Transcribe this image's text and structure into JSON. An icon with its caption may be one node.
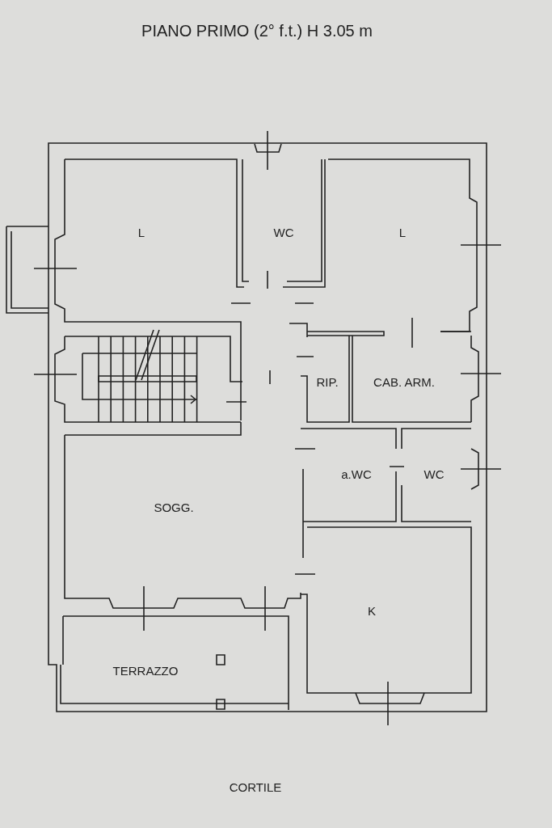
{
  "diagram": {
    "title": "PIANO PRIMO (2° f.t.) H 3.05 m",
    "labels": [
      "L",
      "WC",
      "L",
      "RIP.",
      "CAB. ARM.",
      "a.WC",
      "WC",
      "SOGG.",
      "K",
      "TERRAZZO",
      "CORTILE"
    ]
  }
}
